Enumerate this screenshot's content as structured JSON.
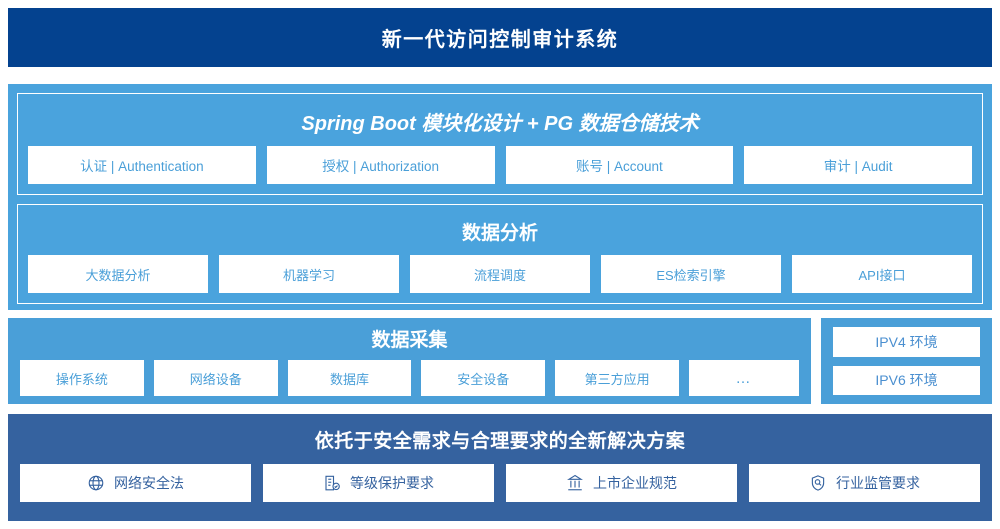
{
  "header": {
    "title": "新一代访问控制审计系统",
    "background": "#04428f"
  },
  "platform": {
    "background": "#4aa3dd",
    "panels": [
      {
        "title": "Spring Boot 模块化设计 + PG 数据仓储技术",
        "italic": true,
        "items": [
          {
            "label": "认证 | Authentication"
          },
          {
            "label": "授权 | Authorization"
          },
          {
            "label": "账号 | Account"
          },
          {
            "label": "审计 | Audit"
          }
        ]
      },
      {
        "title": "数据分析",
        "italic": false,
        "items": [
          {
            "label": "大数据分析"
          },
          {
            "label": "机器学习"
          },
          {
            "label": "流程调度"
          },
          {
            "label": "ES检索引擎"
          },
          {
            "label": "API接口"
          }
        ]
      }
    ]
  },
  "collection": {
    "background": "#4a9fd8",
    "title": "数据采集",
    "items": [
      {
        "label": "操作系统"
      },
      {
        "label": "网络设备"
      },
      {
        "label": "数据库"
      },
      {
        "label": "安全设备"
      },
      {
        "label": "第三方应用"
      },
      {
        "label": "…"
      }
    ]
  },
  "environment": {
    "background": "#4a9fd8",
    "items": [
      {
        "label": "IPV4 环境"
      },
      {
        "label": "IPV6 环境"
      }
    ]
  },
  "solution": {
    "background": "#35629f",
    "title": "依托于安全需求与合理要求的全新解决方案",
    "items": [
      {
        "label": "网络安全法",
        "icon": "globe-icon"
      },
      {
        "label": "等级保护要求",
        "icon": "document-check-icon"
      },
      {
        "label": "上市企业规范",
        "icon": "bank-icon"
      },
      {
        "label": "行业监管要求",
        "icon": "shield-search-icon"
      }
    ]
  },
  "colors": {
    "navy": "#04428f",
    "light_blue": "#4aa3dd",
    "mid_blue": "#4a9fd8",
    "deep_blue": "#35629f",
    "chip_text": "#4a9fd8",
    "white": "#ffffff"
  }
}
